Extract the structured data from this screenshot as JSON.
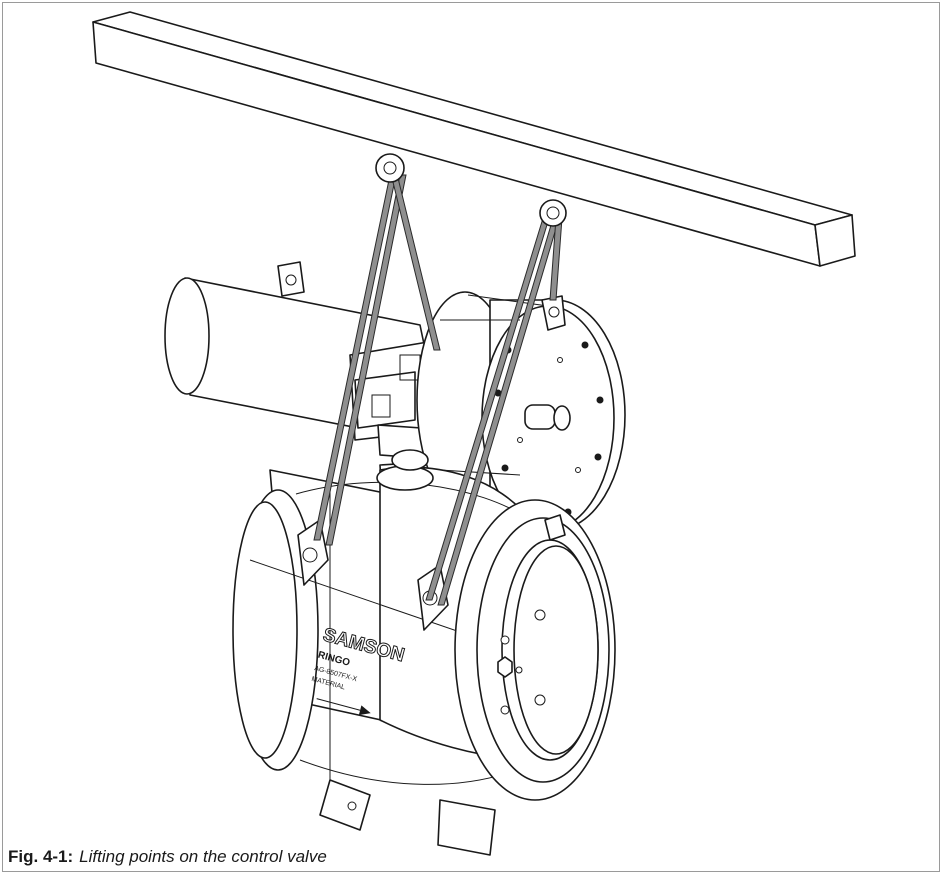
{
  "figure": {
    "caption_label": "Fig. 4-1:",
    "caption_text": "Lifting points on the control valve",
    "valve_marking": {
      "brand": "SAMSON",
      "model": "RINGO",
      "type_code": "AG-8507FX-X",
      "material": "MATERIAL"
    }
  },
  "colors": {
    "frame_border": "#9a9a9a",
    "line_art": "#1a1a1a",
    "sling": "#8f8f8f"
  }
}
